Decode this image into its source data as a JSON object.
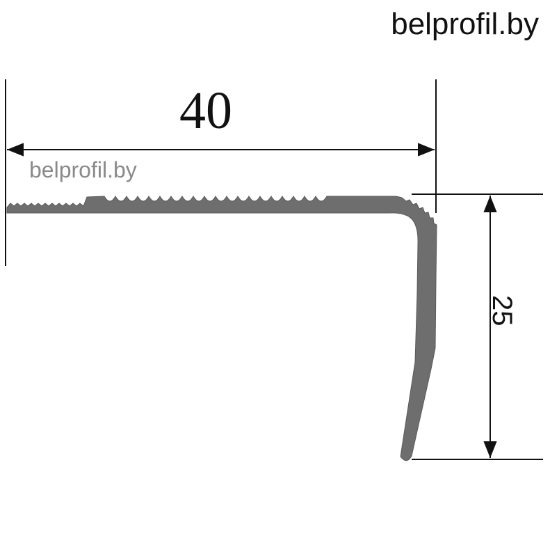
{
  "brand": {
    "title": "belprofil.by",
    "watermark": "belprofil.by"
  },
  "dimensions": {
    "width_label": "40",
    "height_label": "25"
  },
  "colors": {
    "profile": "#6e6e6e",
    "lines": "#111111",
    "watermark": "#8a8a8a"
  }
}
